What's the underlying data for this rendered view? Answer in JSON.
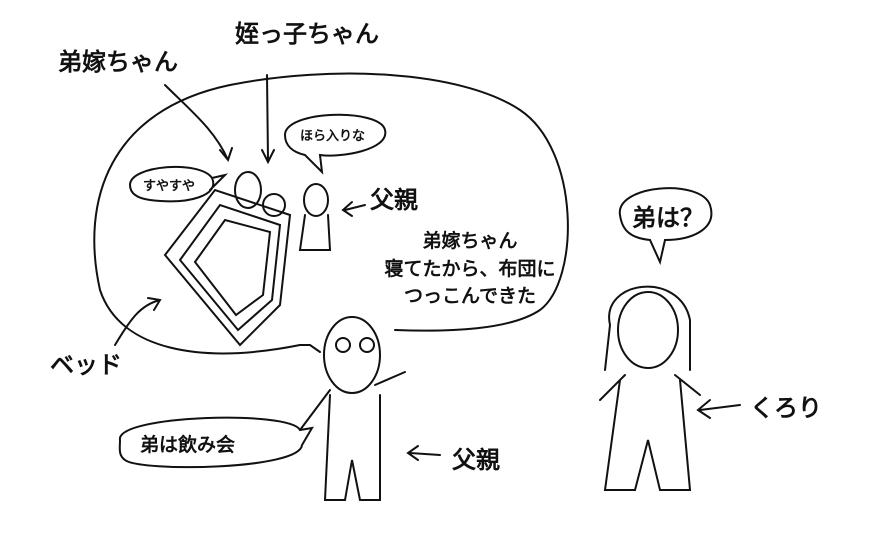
{
  "labels": {
    "sister_in_law": "弟嫁ちゃん",
    "niece": "姪っ子ちゃん",
    "father_top": "父親",
    "bed": "ベッド",
    "kurori": "くろり",
    "father_bottom": "父親"
  },
  "bubbles": {
    "sleeping": "すやすや",
    "come_in": "ほら入りな",
    "where_brother": "弟は？",
    "drinking_party": "弟は飲み会"
  },
  "narration": {
    "line1": "弟嫁ちゃん",
    "line2": "寝てたから、布団に",
    "line3": "つっこんできた"
  }
}
